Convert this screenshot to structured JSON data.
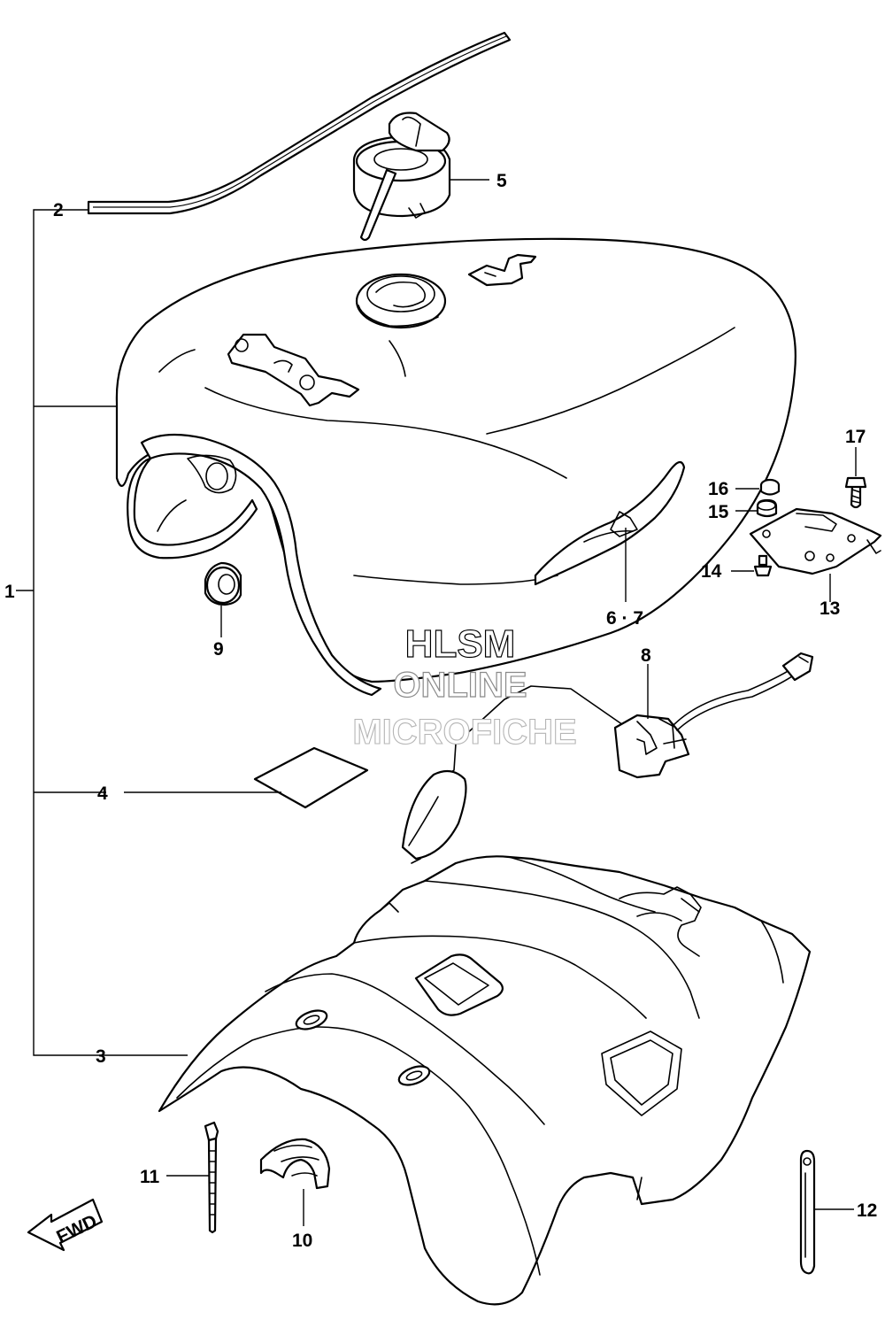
{
  "watermark": {
    "line1": "HLSM",
    "line2": "ONLINE",
    "line3": "MICROFICHE"
  },
  "fwd_label": "FWD",
  "callouts": {
    "c1": "1",
    "c2": "2",
    "c3": "3",
    "c4": "4",
    "c5": "5",
    "c6_7": "6 · 7",
    "c8": "8",
    "c9": "9",
    "c10": "10",
    "c11": "11",
    "c12": "12",
    "c13": "13",
    "c14": "14",
    "c15": "15",
    "c16": "16",
    "c17": "17"
  }
}
